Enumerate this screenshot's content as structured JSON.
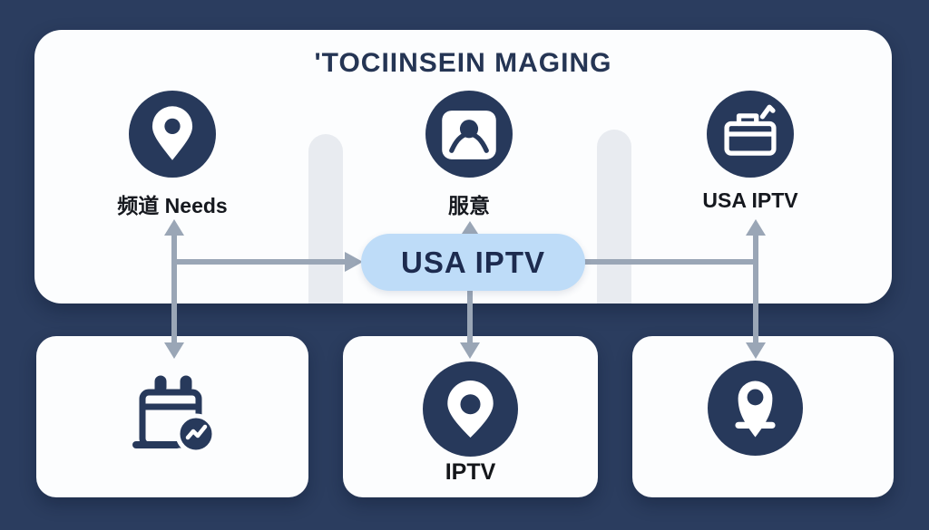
{
  "title": "'TOCIINSEIN MAGING",
  "top_panel": {
    "nodes": [
      {
        "icon": "location-pin-icon",
        "label": "频道 Needs"
      },
      {
        "icon": "user-profile-card-icon",
        "label": "服意"
      },
      {
        "icon": "folder-document-icon",
        "label": "USA IPTV"
      }
    ],
    "pill": {
      "label": "USA IPTV"
    }
  },
  "bottom_cards": [
    {
      "icon": "calendar-sync-icon",
      "label": ""
    },
    {
      "icon": "location-pin-round-icon",
      "label": "IPTV"
    },
    {
      "icon": "location-pin-stand-icon",
      "label": ""
    }
  ],
  "colors": {
    "background": "#2b3d5f",
    "card": "#fcfdfe",
    "icon_circle": "#27395b",
    "pill_background": "#bedcf8",
    "pill_text": "#1d2b4f",
    "arrow": "#9aa6b6",
    "column_bar": "#e8ebf0",
    "title_text": "#253554",
    "label_text": "#15181e"
  }
}
